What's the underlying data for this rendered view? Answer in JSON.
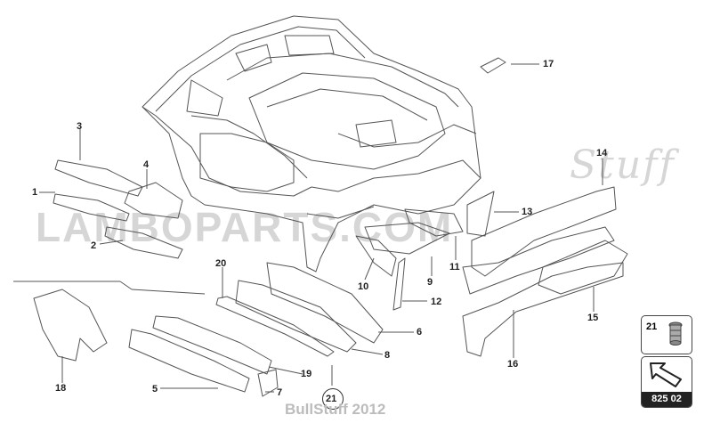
{
  "watermark": {
    "logo_text": "LAMBOPARTS.COM",
    "stuff_text": "Stuff"
  },
  "callouts": {
    "c1": "1",
    "c2": "2",
    "c3": "3",
    "c4": "4",
    "c5": "5",
    "c6": "6",
    "c7": "7",
    "c8": "8",
    "c9": "9",
    "c10": "10",
    "c11": "11",
    "c12": "12",
    "c13": "13",
    "c14": "14",
    "c15": "15",
    "c16": "16",
    "c17": "17",
    "c18": "18",
    "c19": "19",
    "c20": "20",
    "c21": "21"
  },
  "ref_box": {
    "part_number": "21",
    "diagram_code": "825 02"
  },
  "footer": "BullStuff 2012"
}
